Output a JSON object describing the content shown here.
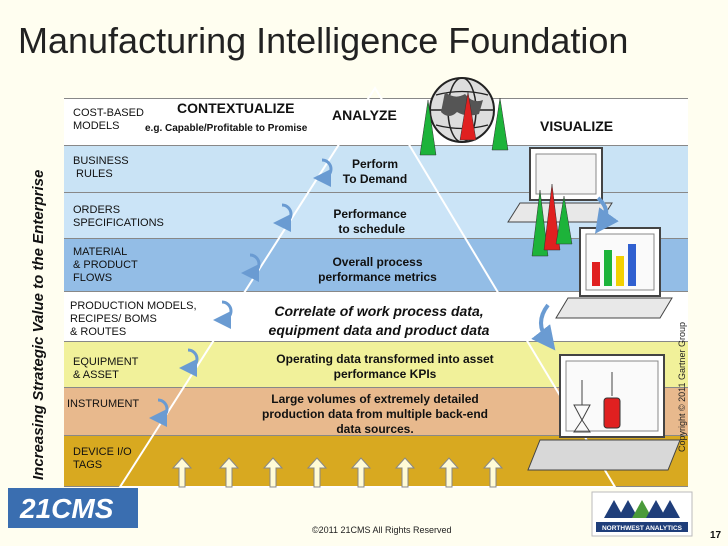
{
  "title": "Manufacturing Intelligence Foundation",
  "y_axis_label": "Increasing Strategic Value to the Enterprise",
  "bands": [
    {
      "label": "COST-BASED\nMODELS",
      "color": "#ffffff"
    },
    {
      "label": "BUSINESS\n RULES",
      "color": "#c9e3f5"
    },
    {
      "label": "ORDERS\nSPECIFICATIONS",
      "color": "#cbe4f7"
    },
    {
      "label": "MATERIAL\n& PRODUCT\nFLOWS",
      "color": "#93bde6"
    },
    {
      "label": "PRODUCTION MODELS,\nRECIPES/ BOMS\n& ROUTES",
      "color": "#ffffff"
    },
    {
      "label": "EQUIPMENT\n& ASSET",
      "color": "#f1f19a"
    },
    {
      "label": "INSTRUMENT",
      "color": "#e8b98d"
    },
    {
      "label": "DEVICE I/O\nTAGS",
      "color": "#d8a920"
    }
  ],
  "pyramid_levels": [
    {
      "text": "Perform\nTo Demand"
    },
    {
      "text": "Performance\n to schedule"
    },
    {
      "text": "Overall process\nperformance metrics"
    },
    {
      "text": "Correlate of work process data,\nequipment data and product data"
    },
    {
      "text": "Operating data transformed into asset\nperformance KPIs"
    },
    {
      "text": "Large volumes of extremely detailed\nproduction data from multiple back-end\ndata sources."
    }
  ],
  "contextualize": "CONTEXTUALIZE",
  "contextualize_example": "e.g. Capable/Profitable to Promise",
  "analyze": "ANALYZE",
  "visualize": "VISUALIZE",
  "logo_21cms": "21CMS",
  "logo_northwest": "NORTHWEST ANALYTICS",
  "copyright_gartner": "Copyright © 2011 Gartner Group",
  "footer": "©2011 21CMS All Rights Reserved",
  "page_number": "17",
  "colors": {
    "band_border": "#888888",
    "pyramid_edge": "#ffffff",
    "cycle_arrow": "#6a9bd2",
    "flag_green": "#1db33a",
    "flag_red": "#e02020"
  }
}
